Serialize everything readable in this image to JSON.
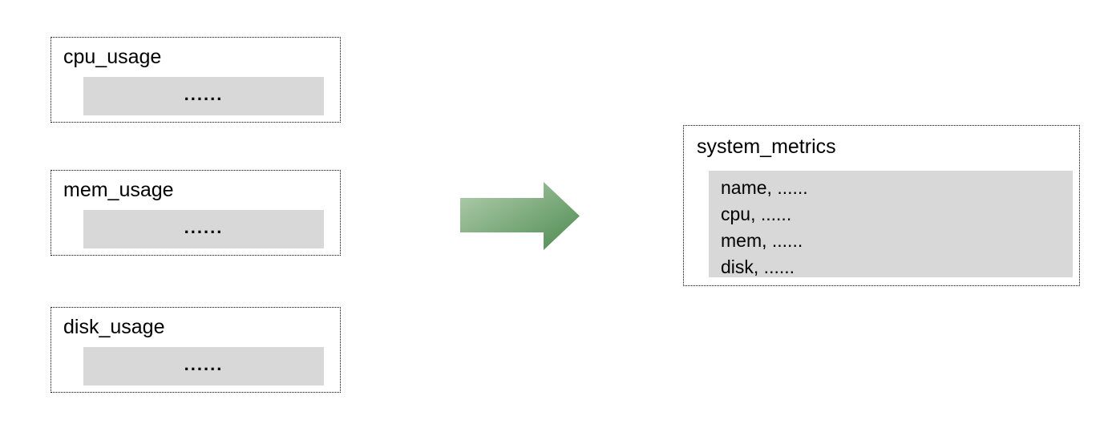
{
  "diagram": {
    "sources": [
      {
        "title": "cpu_usage",
        "body": "......"
      },
      {
        "title": "mem_usage",
        "body": "......"
      },
      {
        "title": "disk_usage",
        "body": "......"
      }
    ],
    "arrow": {
      "direction": "right",
      "gradient_start": "#b5d0b0",
      "gradient_end": "#4c8a50"
    },
    "target": {
      "title": "system_metrics",
      "fields": [
        "name, ......",
        "cpu, ......",
        "mem, ......",
        "disk, ......"
      ]
    },
    "colors": {
      "background": "#ffffff",
      "panel_fill": "#d8d8d8",
      "border": "#000000",
      "text": "#000000"
    }
  }
}
